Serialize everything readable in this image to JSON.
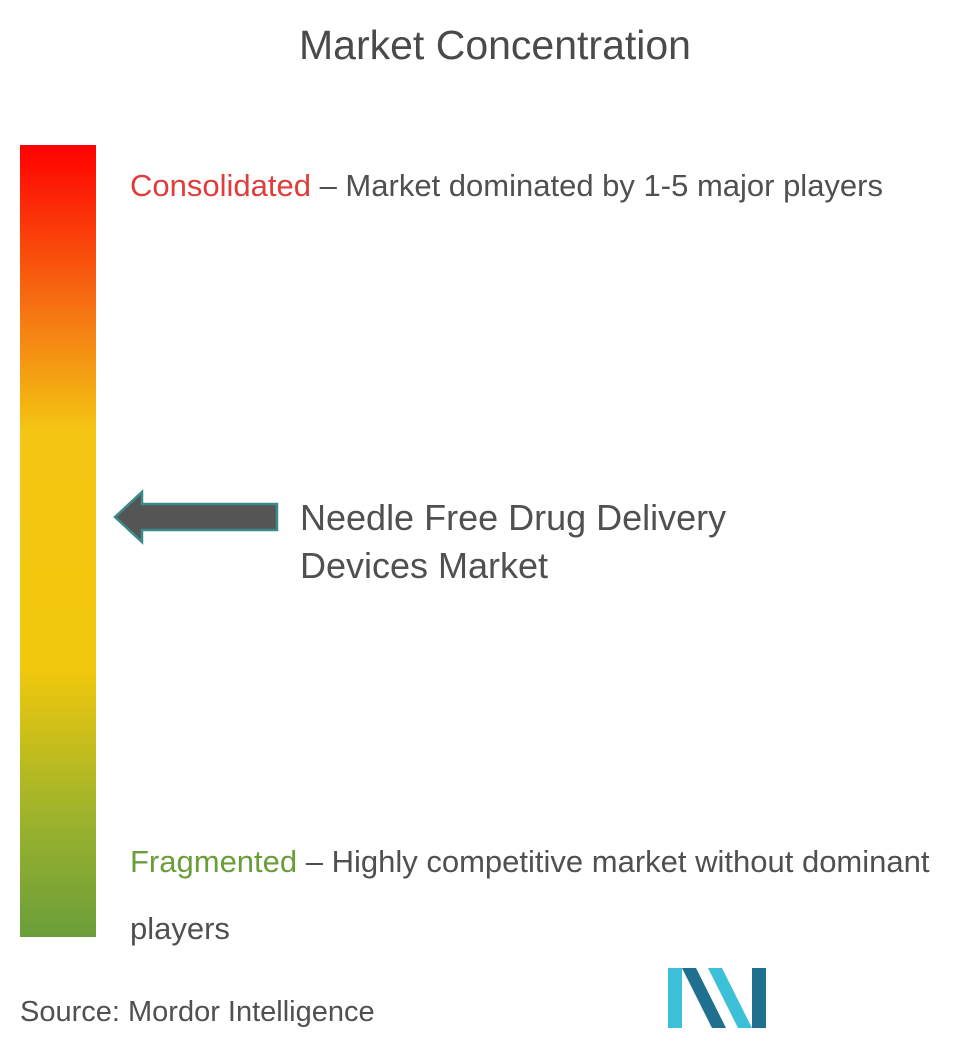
{
  "chart_data": {
    "type": "gradient-scale",
    "title": "Market Concentration",
    "scale_top": {
      "keyword": "Consolidated",
      "description": " – Market dominated by 1-5 major players",
      "color": "#e03c3c"
    },
    "scale_bottom": {
      "keyword": "Fragmented",
      "description": " – Highly competitive market without dominant players",
      "color": "#6a9e3a"
    },
    "marker": {
      "label": "Needle Free Drug Delivery Devices Market",
      "position_fraction": 0.47
    },
    "gradient_colors": [
      "#ff0000",
      "#f57a13",
      "#f4c512",
      "#f2c80c",
      "#a0b42a",
      "#6a9e3a"
    ]
  },
  "source": "Source: Mordor Intelligence",
  "logo_colors": {
    "dark": "#1f6f8f",
    "light": "#3cc0d8"
  }
}
